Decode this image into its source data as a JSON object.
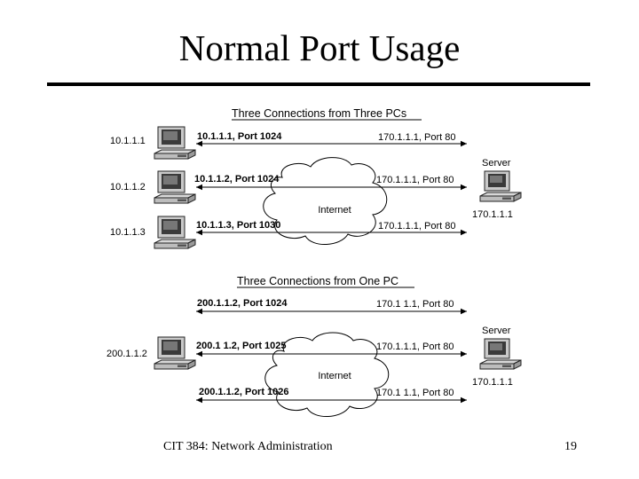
{
  "slide": {
    "title": "Normal Port Usage",
    "footer_left": "CIT 384: Network Administration",
    "page_number": "19"
  },
  "top_section": {
    "heading": "Three Connections from Three PCs",
    "cloud_label": "Internet",
    "server_label": "Server",
    "server_ip": "170.1.1.1",
    "pcs": [
      {
        "ip": "10.1.1.1",
        "src": "10.1.1.1, Port 1024",
        "dst": "170.1.1.1, Port 80"
      },
      {
        "ip": "10.1.1.2",
        "src": "10.1.1.2, Port 1024",
        "dst": "170.1.1.1, Port 80"
      },
      {
        "ip": "10.1.1.3",
        "src": "10.1.1.3, Port 1030",
        "dst": "170.1.1.1, Port 80"
      }
    ]
  },
  "bottom_section": {
    "heading": "Three Connections from One PC",
    "cloud_label": "Internet",
    "server_label": "Server",
    "server_ip": "170.1.1.1",
    "pc_ip": "200.1.1.2",
    "connections": [
      {
        "src": "200.1.1.2, Port 1024",
        "dst": "170.1 1.1, Port 80"
      },
      {
        "src": "200.1 1.2, Port 1025",
        "dst": "170.1.1.1, Port 80"
      },
      {
        "src": "200.1.1.2, Port 1026",
        "dst": "170.1 1.1, Port 80"
      }
    ]
  }
}
